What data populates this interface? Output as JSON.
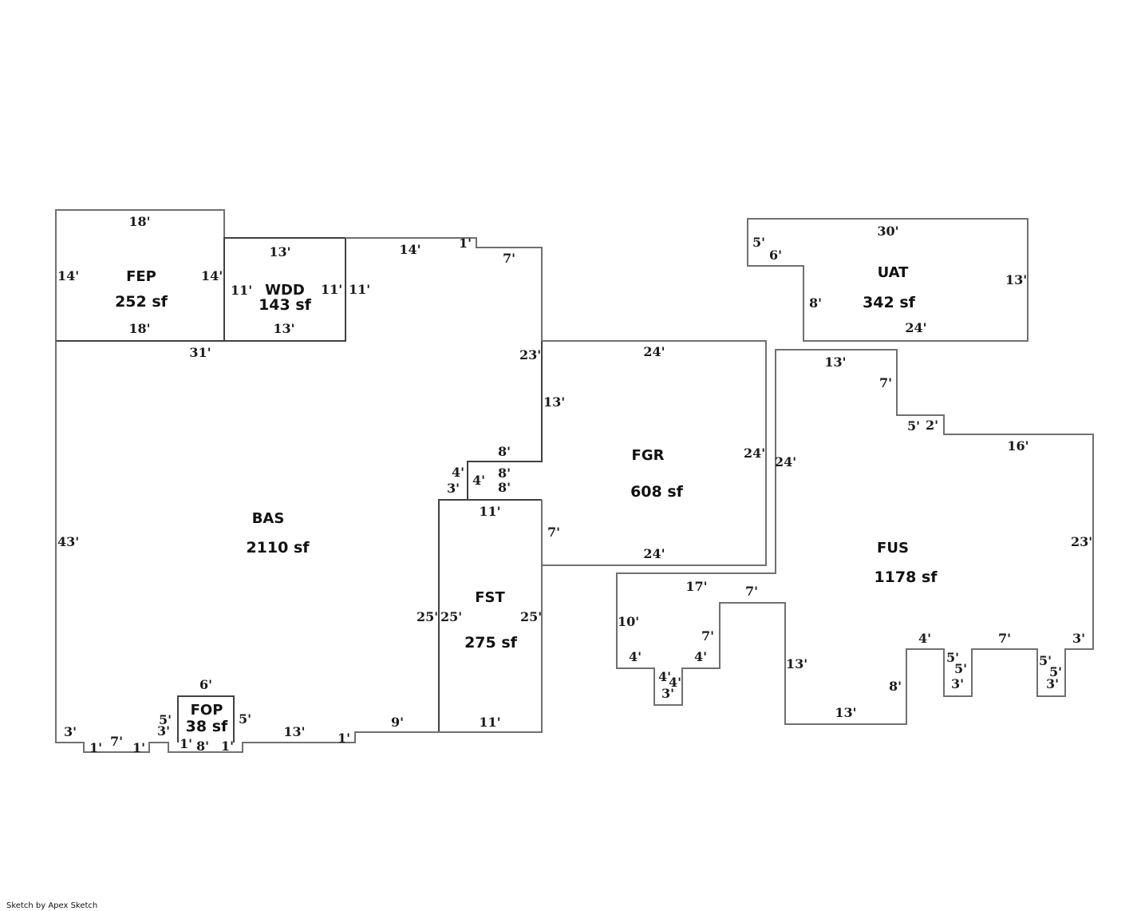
{
  "credit": "Sketch by Apex Sketch",
  "areas": {
    "fep": {
      "code": "FEP",
      "size": "252 sf"
    },
    "wdd": {
      "code": "WDD",
      "size": "143 sf"
    },
    "bas": {
      "code": "BAS",
      "size": "2110 sf"
    },
    "fgr": {
      "code": "FGR",
      "size": "608 sf"
    },
    "fst": {
      "code": "FST",
      "size": "275 sf"
    },
    "fop": {
      "code": "FOP",
      "size": "38 sf"
    },
    "uat": {
      "code": "UAT",
      "size": "342 sf"
    },
    "fus": {
      "code": "FUS",
      "size": "1178 sf"
    }
  },
  "dims": {
    "fep": [
      "18'",
      "14'",
      "14'",
      "18'"
    ],
    "wdd": [
      "13'",
      "11'",
      "11'",
      "13'",
      "11'"
    ],
    "bas": [
      "14'",
      "1'",
      "7'",
      "23'",
      "13'",
      "8'",
      "4'",
      "8'",
      "3'",
      "4'",
      "8'",
      "25'",
      "31'",
      "43'",
      "3'",
      "1'",
      "7'",
      "1'",
      "5'",
      "3'",
      "5'",
      "13'",
      "1'",
      "9'"
    ],
    "fgr": [
      "24'",
      "24'",
      "24'",
      "7'"
    ],
    "fst": [
      "11'",
      "25'",
      "25'",
      "11'"
    ],
    "fop": [
      "6'",
      "1'",
      "8'",
      "1'"
    ],
    "uat": [
      "30'",
      "5'",
      "6'",
      "13'",
      "8'",
      "24'"
    ],
    "fus": [
      "24'",
      "13'",
      "7'",
      "5'",
      "2'",
      "16'",
      "23'",
      "17'",
      "7'",
      "10'",
      "7'",
      "4'",
      "4'",
      "4'",
      "4'",
      "3'",
      "13'",
      "13'",
      "8'",
      "4'",
      "5'",
      "5'",
      "3'",
      "7'",
      "5'",
      "5'",
      "3'",
      "3'"
    ]
  }
}
